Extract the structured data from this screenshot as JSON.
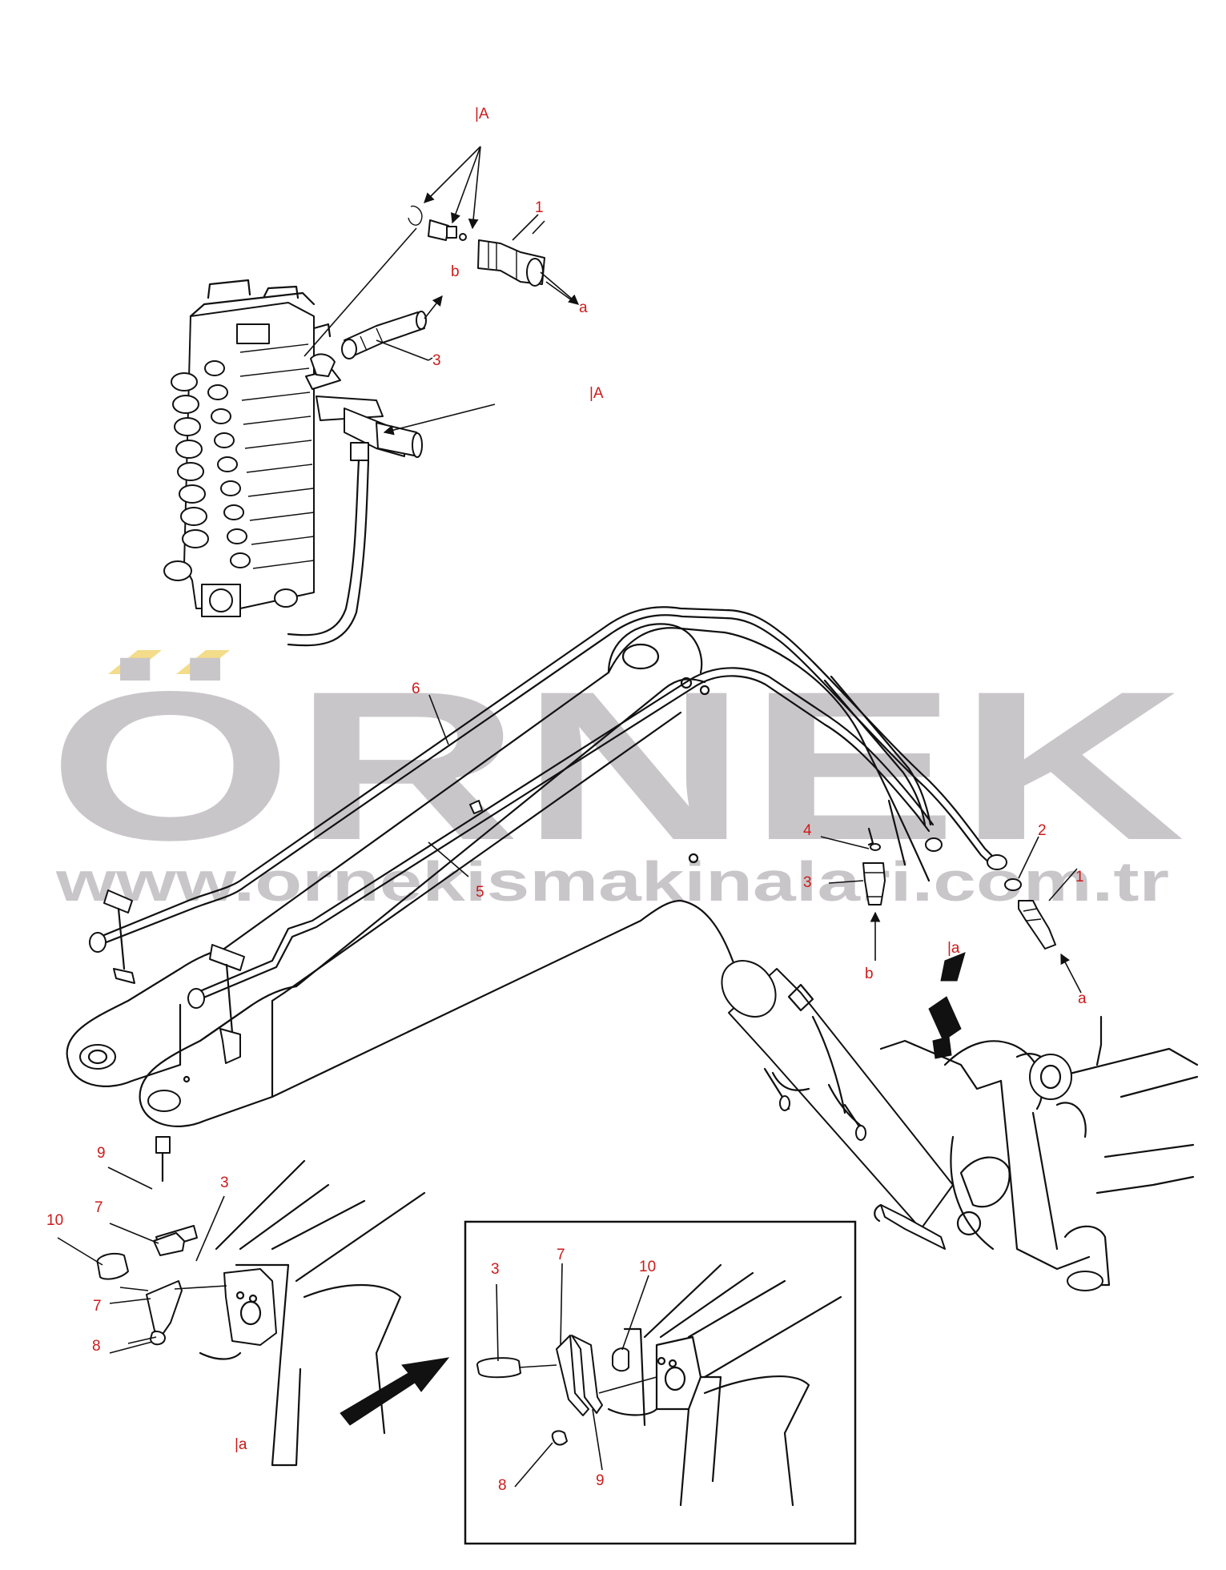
{
  "watermark": {
    "brand": "ÖRNEK",
    "url": "www.ornekismakinalari.com.tr",
    "brand_color": "#cfcccf",
    "accent_color": "#f3dc8a"
  },
  "callouts": {
    "ref_A_top": "|A",
    "ref_A_right": "|A",
    "top_1": "1",
    "top_a": "a",
    "top_b": "b",
    "top_3": "3",
    "c6": "6",
    "c5": "5",
    "c4": "4",
    "c3_mid": "3",
    "c2": "2",
    "c1_mid": "1",
    "ref_a_mid": "|a",
    "mid_b": "b",
    "mid_a": "a",
    "bl_9": "9",
    "bl_7a": "7",
    "bl_3": "3",
    "bl_10": "10",
    "bl_7b": "7",
    "bl_8": "8",
    "ref_a_bottom": "|a",
    "inset_3": "3",
    "inset_7": "7",
    "inset_10": "10",
    "inset_8": "8",
    "inset_9": "9"
  },
  "colors": {
    "line": "#111111",
    "callout": "#cc1a1a",
    "background": "#ffffff"
  }
}
